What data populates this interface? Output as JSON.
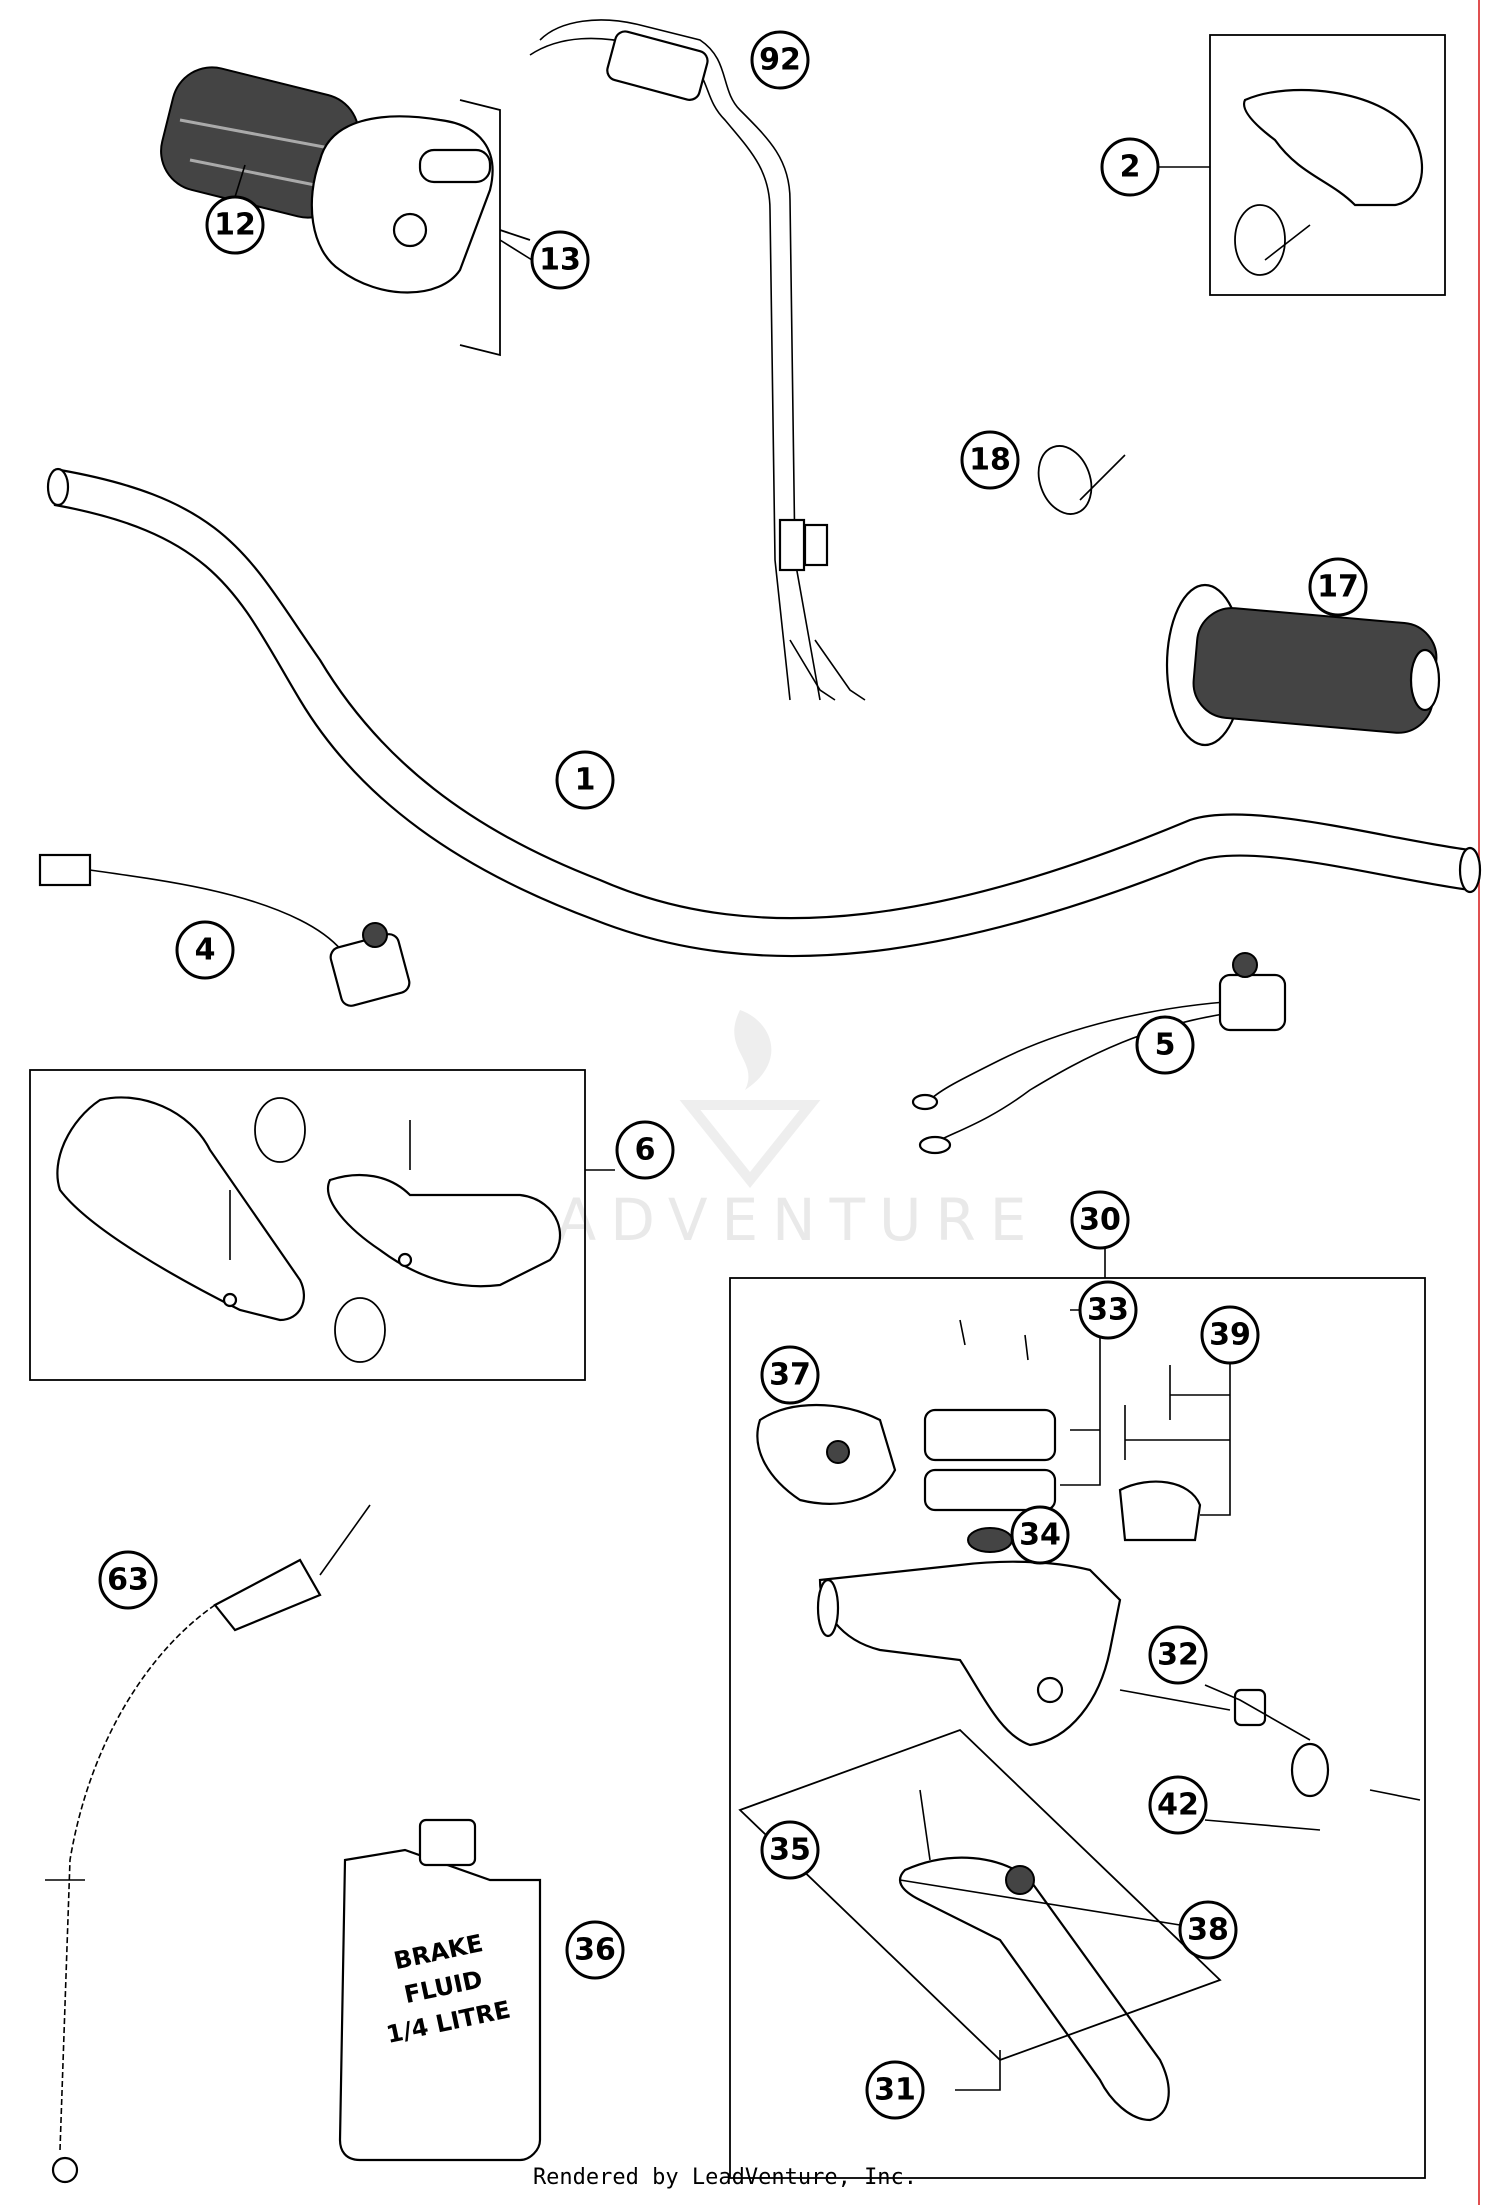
{
  "callouts": [
    {
      "id": "c1",
      "label": "1"
    },
    {
      "id": "c2",
      "label": "2"
    },
    {
      "id": "c4",
      "label": "4"
    },
    {
      "id": "c5",
      "label": "5"
    },
    {
      "id": "c6",
      "label": "6"
    },
    {
      "id": "c12",
      "label": "12"
    },
    {
      "id": "c13",
      "label": "13"
    },
    {
      "id": "c17",
      "label": "17"
    },
    {
      "id": "c18",
      "label": "18"
    },
    {
      "id": "c30",
      "label": "30"
    },
    {
      "id": "c31",
      "label": "31"
    },
    {
      "id": "c32",
      "label": "32"
    },
    {
      "id": "c33",
      "label": "33"
    },
    {
      "id": "c34",
      "label": "34"
    },
    {
      "id": "c35",
      "label": "35"
    },
    {
      "id": "c36",
      "label": "36"
    },
    {
      "id": "c37",
      "label": "37"
    },
    {
      "id": "c38",
      "label": "38"
    },
    {
      "id": "c39",
      "label": "39"
    },
    {
      "id": "c42",
      "label": "42"
    },
    {
      "id": "c63",
      "label": "63"
    },
    {
      "id": "c92",
      "label": "92"
    }
  ],
  "bottle_label": [
    "BRAKE",
    "FLUID",
    "1/4 LITRE"
  ],
  "watermark": "LEADVENTURE",
  "footer": "Rendered by LeadVenture, Inc.",
  "colors": {
    "right_margin_line": "#e05050",
    "watermark": "#e9e9e9"
  }
}
